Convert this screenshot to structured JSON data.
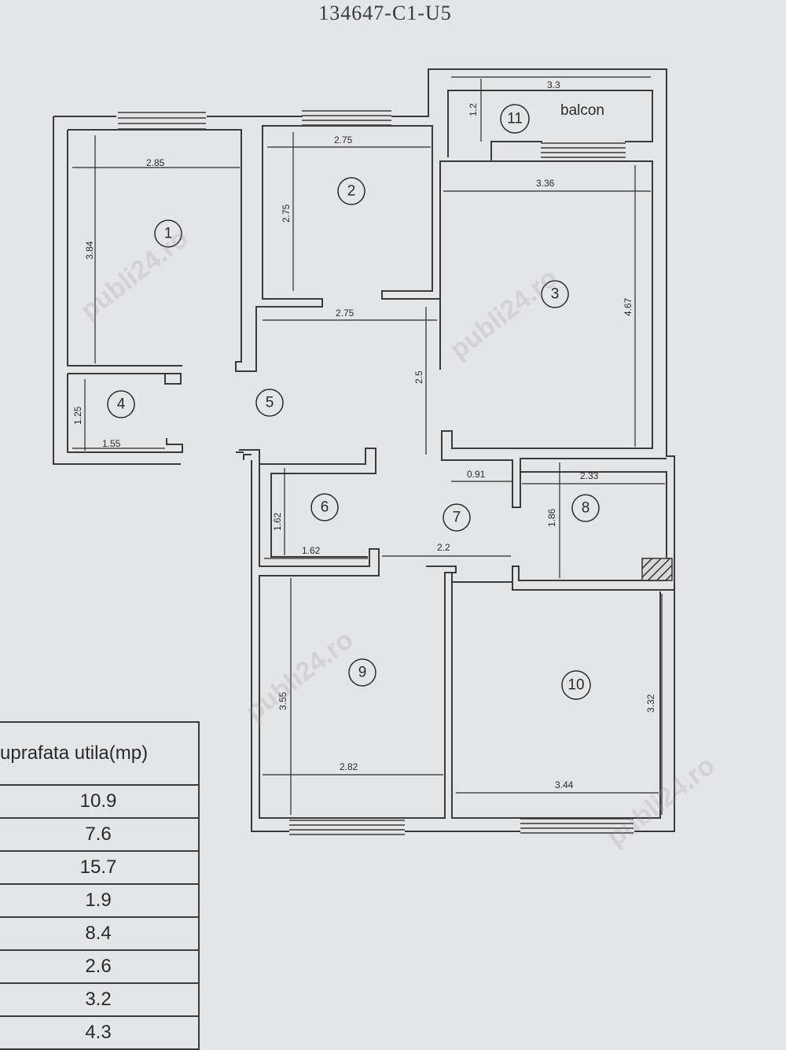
{
  "header": {
    "code": "134647-C1-U5"
  },
  "rooms": [
    {
      "id": "1",
      "label": "1"
    },
    {
      "id": "2",
      "label": "2"
    },
    {
      "id": "3",
      "label": "3"
    },
    {
      "id": "4",
      "label": "4"
    },
    {
      "id": "5",
      "label": "5"
    },
    {
      "id": "6",
      "label": "6"
    },
    {
      "id": "7",
      "label": "7"
    },
    {
      "id": "8",
      "label": "8"
    },
    {
      "id": "9",
      "label": "9"
    },
    {
      "id": "10",
      "label": "10"
    },
    {
      "id": "11",
      "label": "11"
    }
  ],
  "balcony_label": "balcon",
  "dimensions": {
    "r1_w": "2.85",
    "r1_h": "3.84",
    "r2_w": "2.75",
    "r2_h": "2.75",
    "r3_w": "3.36",
    "r3_h": "4.67",
    "r4_w": "1.55",
    "r4_h": "1.25",
    "r5_w": "2.75",
    "r5_h": "2.5",
    "r6_w": "1.62",
    "r6_h": "1.62",
    "r7_w": "2.2",
    "r7_w2": "0.91",
    "r8_w": "2.33",
    "r8_h": "1.86",
    "r9_w": "2.82",
    "r9_h": "3.55",
    "r10_w": "3.44",
    "r10_h": "3.32",
    "r11_w": "3.3",
    "r11_h": "1.2"
  },
  "area_table": {
    "header": "uprafata utila(mp)",
    "values": [
      "10.9",
      "7.6",
      "15.7",
      "1.9",
      "8.4",
      "2.6",
      "3.2",
      "4.3"
    ]
  },
  "watermark": "publi24.ro"
}
